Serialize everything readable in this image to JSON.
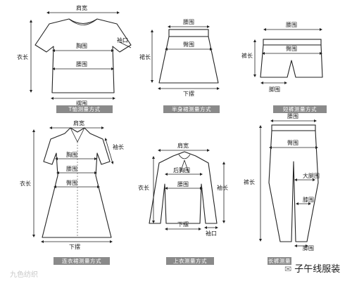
{
  "tshirt": {
    "caption": "T恤测量方式",
    "shoulder": "肩宽",
    "chest": "胸围",
    "waist": "腰围",
    "cuff": "袖口",
    "hem": "摆围",
    "length": "衣长"
  },
  "skirt": {
    "caption": "半身裙测量方式",
    "waist": "腰围",
    "hip": "臀围",
    "length": "裙长",
    "hem": "下摆"
  },
  "shorts": {
    "caption": "短裤测量方式",
    "waist": "腰围",
    "hip": "臀围",
    "length": "裤长",
    "leg_opening": "脚围"
  },
  "dress": {
    "caption": "连衣裙测量方式",
    "shoulder": "肩宽",
    "sleeve": "袖长",
    "chest": "胸围",
    "waist": "腰围",
    "hip": "臀围",
    "length": "衣长",
    "hem": "下摆"
  },
  "blouse": {
    "caption": "上衣测量方式",
    "shoulder": "肩宽",
    "back_chest": "后胸围",
    "waist": "腰围",
    "length": "衣长",
    "sleeve": "袖长",
    "hem": "下摆",
    "cuff": "袖口"
  },
  "trousers": {
    "caption": "长裤测量方式",
    "waist": "腰围",
    "hip": "臀围",
    "length": "裤长",
    "thigh": "大腿围",
    "knee": "膝围",
    "leg_opening": "脚围"
  },
  "watermark_left": "九色纺织",
  "watermark_right": "子午线服装"
}
